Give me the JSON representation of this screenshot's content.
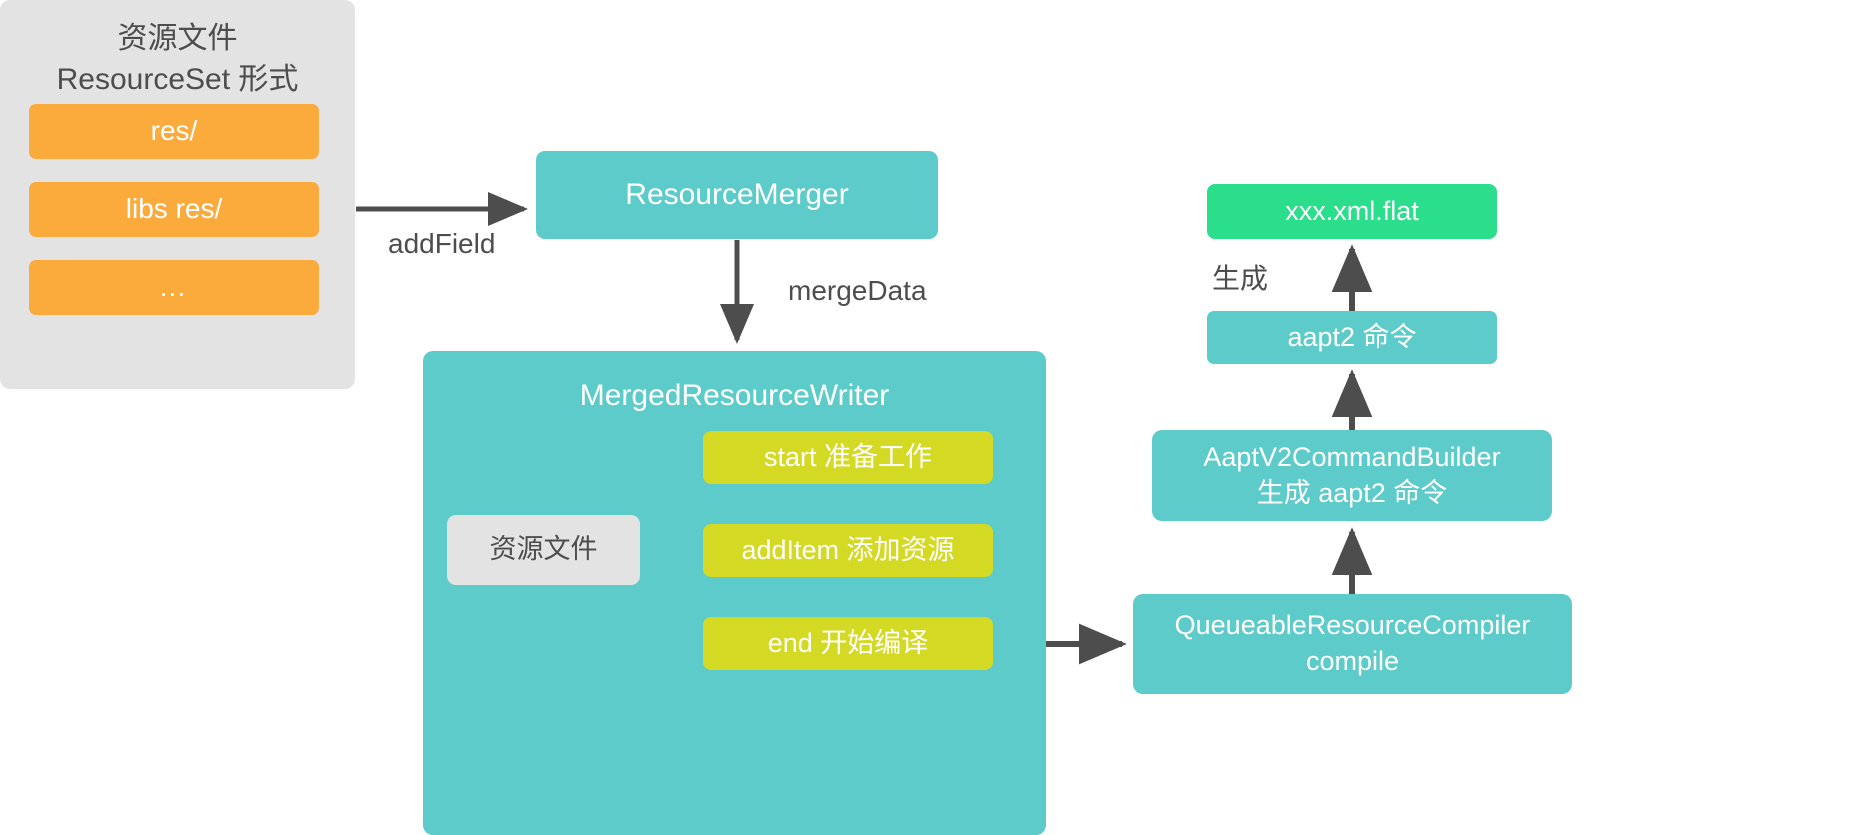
{
  "diagram": {
    "title": "Android resource merge and compile flow",
    "colors": {
      "panel_gray": "#e3e3e3",
      "orange": "#fbab3b",
      "teal": "#5ccbc9",
      "yellow": "#d4d924",
      "green": "#2ade8c",
      "arrow": "#4d4d4d",
      "text_dark": "#4d4d4d",
      "text_light": "#ffffff"
    },
    "resourceset_panel": {
      "title": "资源文件\nResourceSet 形式",
      "items": [
        {
          "label": "res/"
        },
        {
          "label": "libs res/"
        },
        {
          "label": "…"
        }
      ]
    },
    "resource_merger": {
      "label": "ResourceMerger"
    },
    "merged_writer": {
      "title": "MergedResourceWriter",
      "inner_input": {
        "label": "资源文件"
      },
      "steps": [
        {
          "label": "start 准备工作"
        },
        {
          "label": "addItem 添加资源"
        },
        {
          "label": "end 开始编译"
        }
      ]
    },
    "right_column": {
      "xml_flat": {
        "label": "xxx.xml.flat"
      },
      "aapt2_command": {
        "label": "aapt2 命令"
      },
      "aapt_builder": {
        "label": "AaptV2CommandBuilder\n生成 aapt2 命令"
      },
      "queueable_compiler": {
        "label": "QueueableResourceCompiler\ncompile"
      }
    },
    "edge_labels": {
      "add_field": "addField",
      "merge_data": "mergeData",
      "generate": "生成"
    }
  }
}
